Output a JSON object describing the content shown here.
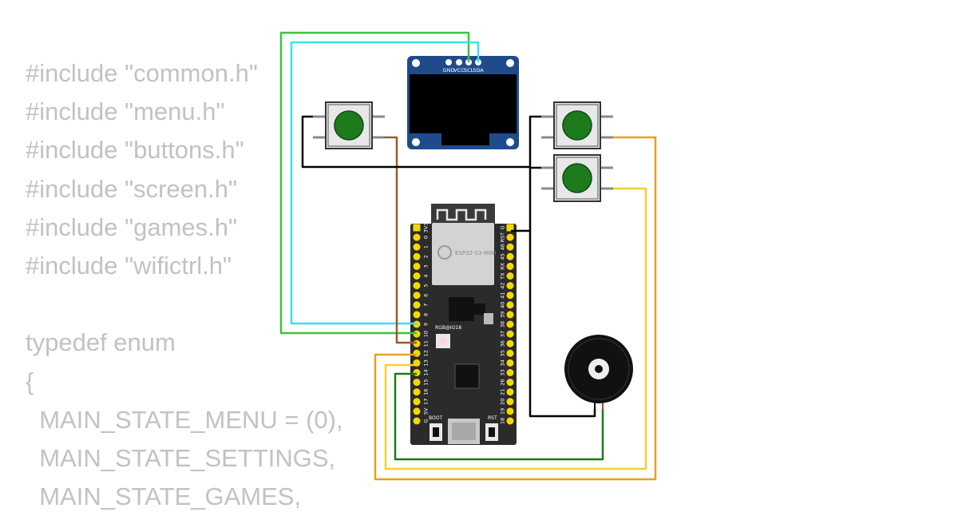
{
  "code_lines": [
    "#include \"common.h\"",
    "#include \"menu.h\"",
    "#include \"buttons.h\"",
    "#include \"screen.h\"",
    "#include \"games.h\"",
    "#include \"wifictrl.h\"",
    "",
    "typedef enum",
    "{",
    "  MAIN_STATE_MENU = (0),",
    "  MAIN_STATE_SETTINGS,",
    "  MAIN_STATE_GAMES,"
  ],
  "oled": {
    "pins": [
      "GND",
      "VCC",
      "SCL",
      "SDA"
    ]
  },
  "board": {
    "module_label": "ESP32-S3-MINI",
    "led_label": "RGB@IO18",
    "boot_label": "BOOT",
    "rst_label": "RST",
    "left_pins": [
      "3V3",
      "0",
      "1",
      "2",
      "3",
      "4",
      "5",
      "6",
      "7",
      "8",
      "9",
      "10",
      "11",
      "12",
      "13",
      "14",
      "15",
      "16",
      "17",
      "5V",
      "G"
    ],
    "right_pins": [
      "G",
      "RST",
      "46",
      "45",
      "RX",
      "TX",
      "42",
      "41",
      "40",
      "39",
      "38",
      "37",
      "36",
      "35",
      "34",
      "33",
      "26",
      "21",
      "20",
      "19",
      "18"
    ]
  },
  "colors": {
    "wire_green": "#3ec43e",
    "wire_cyan": "#39e1e8",
    "wire_brown": "#9b5a2e",
    "wire_black": "#000000",
    "wire_yellow": "#f5d02f",
    "wire_orange": "#e8a020",
    "wire_dark_green": "#1a7a1a",
    "button_cap": "#1d7a1d",
    "board": "#2b2b2b",
    "pin_pad": "#f5d800",
    "oled_frame": "#1f4b8c"
  }
}
